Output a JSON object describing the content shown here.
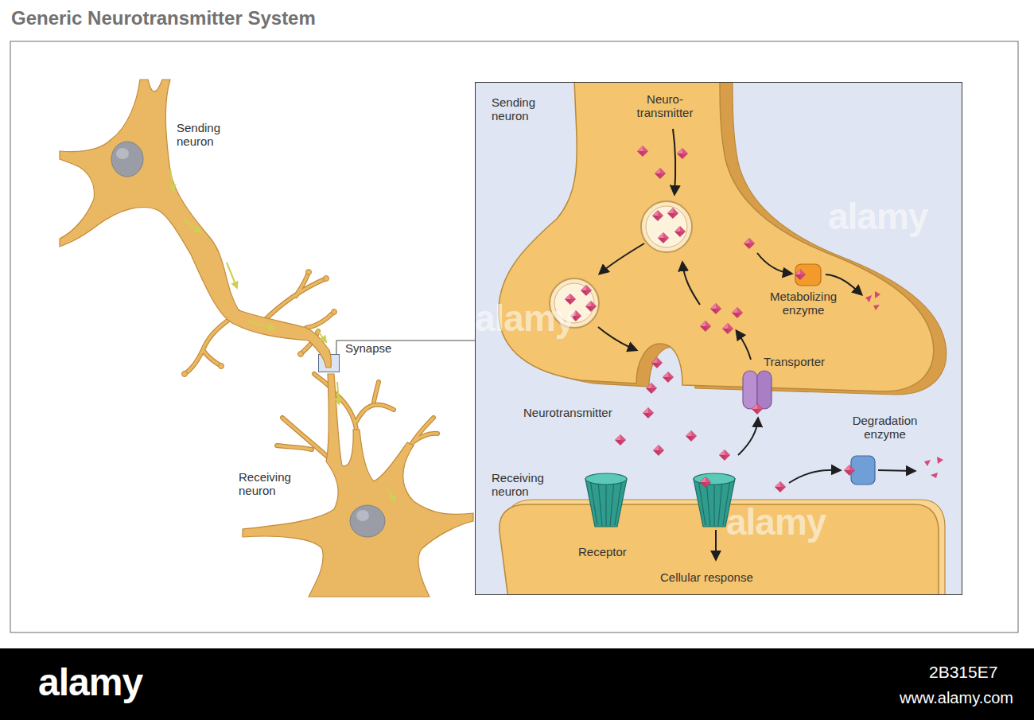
{
  "diagram": {
    "title": "Generic Neurotransmitter System",
    "nodes": [
      {
        "text": [
          "Synapse"
        ]
      },
      {
        "text": [
          "Sending neuron",
          "Receiving neuron"
        ]
      }
    ],
    "edges": [
      {
        "from": 0,
        "to": 1,
        "arrow": "none"
      }
    ],
    "labels": [
      "Sending neuron",
      "Receiving neuron",
      "Neuro- transmitter",
      "Metabolizing enzyme",
      "Transporter",
      "Neurotransmitter",
      "Degradation enzyme",
      "Receptor",
      "Cellular response",
      "alamy",
      "alamy",
      "alamy",
      "alamy",
      "2B315E7",
      "www.alamy.com"
    ]
  }
}
